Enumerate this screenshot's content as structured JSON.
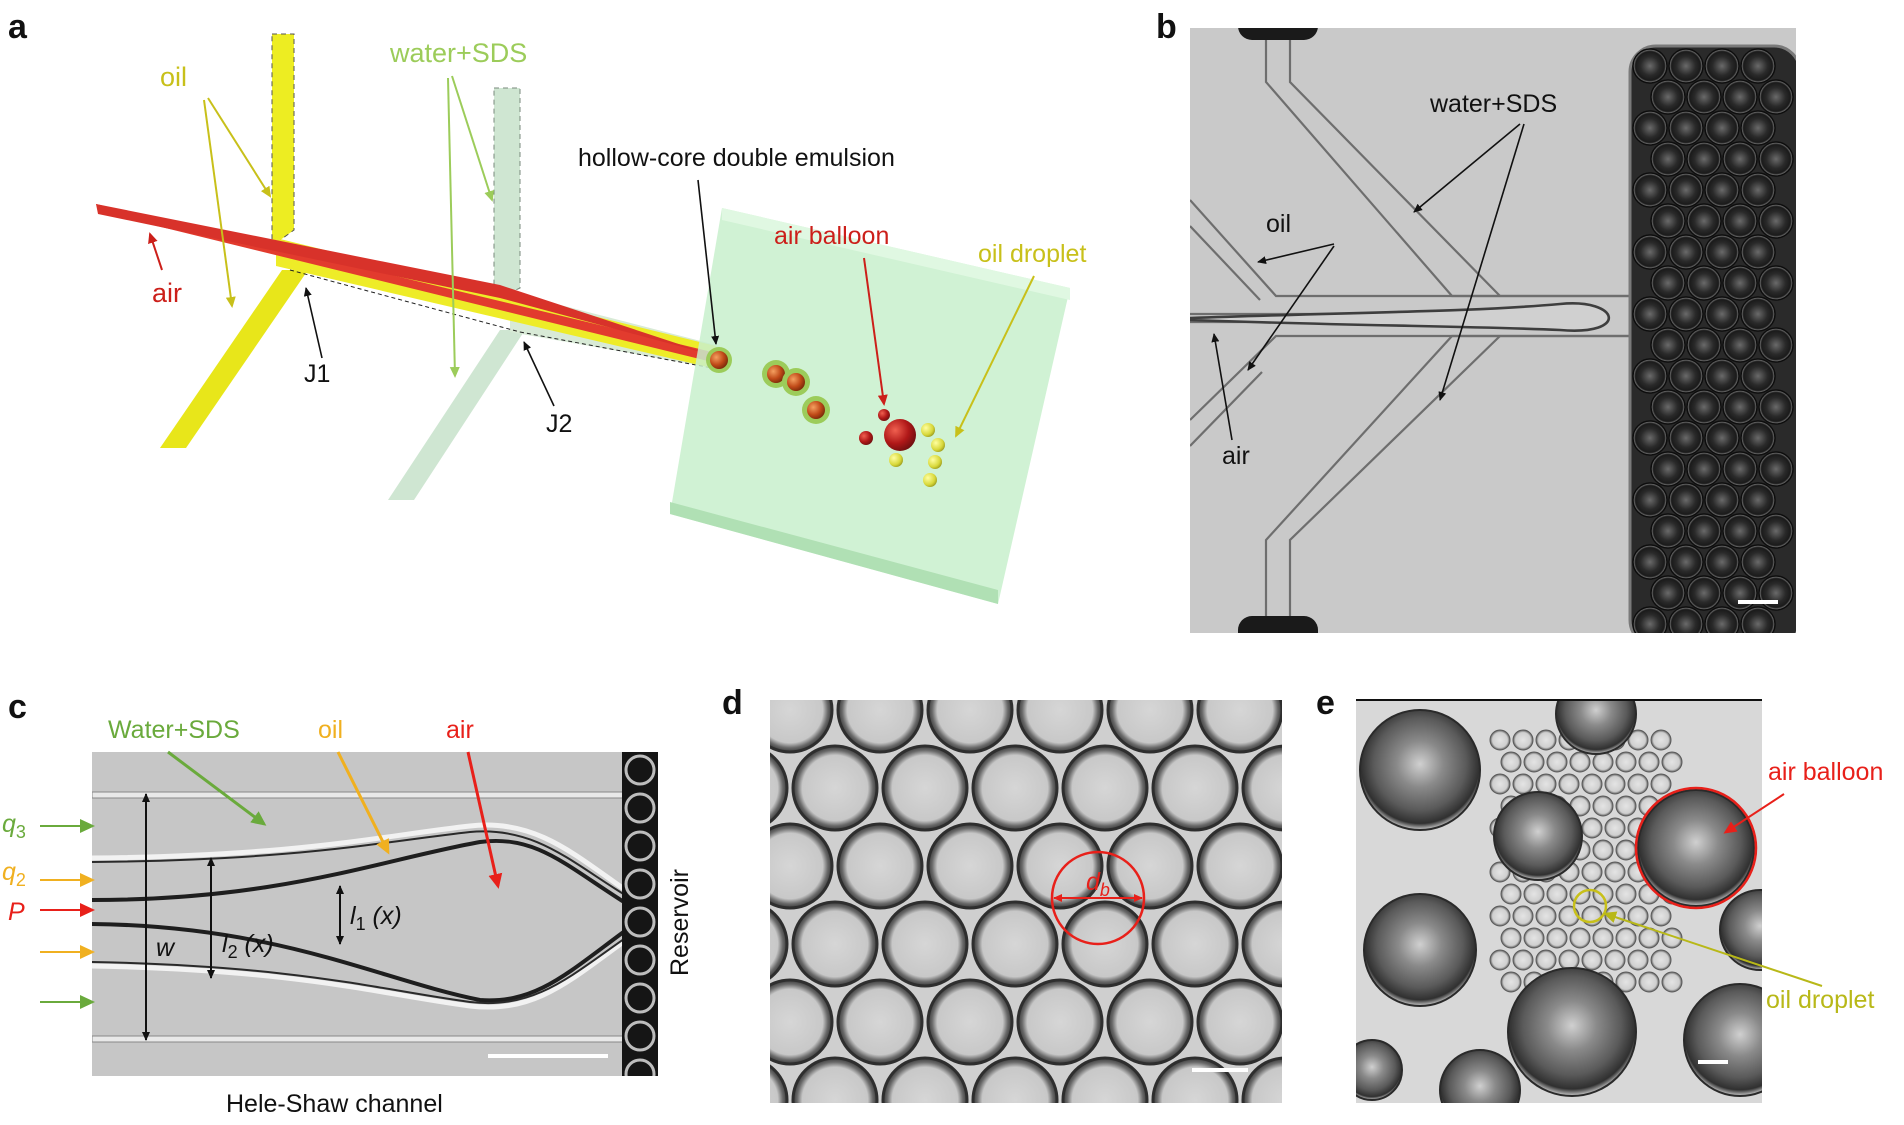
{
  "panels": {
    "a": {
      "letter": "a",
      "labels": {
        "oil": "oil",
        "water_sds": "water+SDS",
        "air": "air",
        "hollow_core": "hollow-core double emulsion",
        "air_balloon": "air balloon",
        "oil_droplet": "oil droplet",
        "j1": "J1",
        "j2": "J2"
      }
    },
    "b": {
      "letter": "b",
      "labels": {
        "water_sds": "water+SDS",
        "oil": "oil",
        "air": "air"
      }
    },
    "c": {
      "letter": "c",
      "labels": {
        "water_sds": "Water+SDS",
        "oil": "oil",
        "air": "air",
        "q3": "q",
        "q3_sub": "3",
        "q2": "q",
        "q2_sub": "2",
        "p": "P",
        "w": "w",
        "l1": "l",
        "l1_sub": "1",
        "l1_arg": " (x)",
        "l2": "l",
        "l2_sub": "2",
        "l2_arg": " (x)",
        "reservoir": "Reservoir",
        "hele_shaw": "Hele-Shaw channel"
      }
    },
    "d": {
      "letter": "d",
      "labels": {
        "db": "d",
        "db_sub": "b"
      }
    },
    "e": {
      "letter": "e",
      "labels": {
        "air_balloon": "air balloon",
        "oil_droplet": "oil droplet"
      }
    }
  },
  "colors": {
    "oil": "#e8e61a",
    "water": "#cfe6d2",
    "air": "#e23b2e",
    "label_oil": "#c8c01a",
    "label_water": "#9ccc5a",
    "label_air": "#cc1f1a",
    "label_green_c": "#6aaa3c",
    "label_orange_c": "#f0b020",
    "label_red_c": "#e8201a",
    "reservoir_a": "#c8f0cc"
  }
}
